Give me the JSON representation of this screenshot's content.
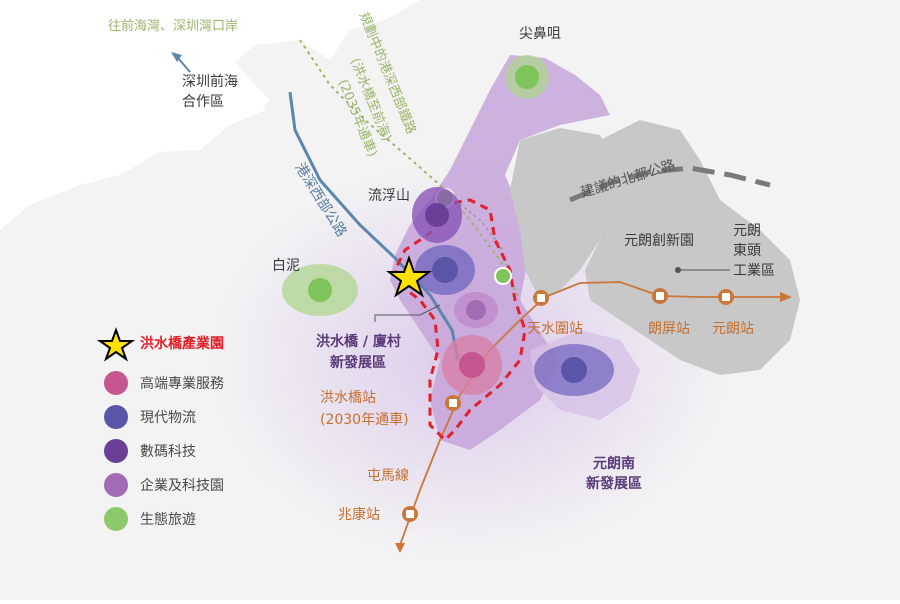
{
  "colors": {
    "sea": "#ffffff",
    "land": "#f2f2f2",
    "purple_zone": "#c9a8dc",
    "grey_zone": "#c8c8c8",
    "road_blue": "#5b86ad",
    "rail_orange": "#c9783a",
    "rail_green_dotted": "#9ab56a",
    "boundary_red": "#e0202a",
    "star": "#ffe100"
  },
  "labels": {
    "qianhai_bay": "往前海灣、深圳灣口岸",
    "qianhai_zone_1": "深圳前海",
    "qianhai_zone_2": "合作區",
    "planned_rail_1": "規劃中的港深西部鐵路",
    "planned_rail_2": "(洪水橋至前海)",
    "planned_rail_3": "(2035年通車)",
    "tsim_bei_tsui": "尖鼻咀",
    "western_corridor": "港深西部公路",
    "lau_fau_shan": "流浮山",
    "pak_nai": "白泥",
    "northern_highway": "建議的北都公路",
    "yuen_long_innopark": "元朗創新園",
    "tung_tau_1": "元朗",
    "tung_tau_2": "東頭",
    "tung_tau_3": "工業區",
    "hsk_nda_1": "洪水橋 / 廈村",
    "hsk_nda_2": "新發展區",
    "tin_shui_wai_station": "天水圍站",
    "long_ping_station": "朗屏站",
    "yuen_long_station": "元朗站",
    "hsk_station_1": "洪水橋站",
    "hsk_station_2": "(2030年通車)",
    "tuen_ma_line": "屯馬線",
    "siu_hong_station": "兆康站",
    "ylsouth_1": "元朗南",
    "ylsouth_2": "新發展區"
  },
  "legend": [
    {
      "label": "洪水橋產業園",
      "icon": "star-icon",
      "color": "#e0202a"
    },
    {
      "label": "高端專業服務",
      "icon": "professional-services-icon",
      "color": "#c5568f"
    },
    {
      "label": "現代物流",
      "icon": "logistics-icon",
      "color": "#5a55a8"
    },
    {
      "label": "數碼科技",
      "icon": "digital-tech-icon",
      "color": "#6a3f98"
    },
    {
      "label": "企業及科技園",
      "icon": "tech-park-icon",
      "color": "#a46bb5"
    },
    {
      "label": "生態旅遊",
      "icon": "eco-tourism-icon",
      "color": "#8dc96a"
    }
  ]
}
